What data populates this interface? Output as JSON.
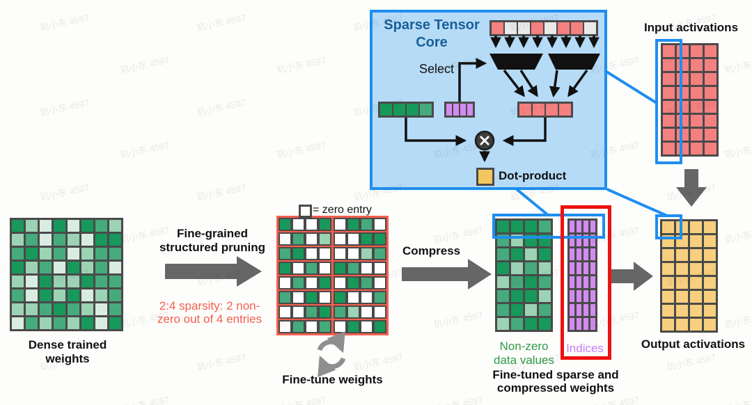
{
  "watermark": {
    "text": "玑小东 4597"
  },
  "palette": {
    "green_dark": "#17995b",
    "green_med": "#46ab7c",
    "green_light": "#9bd3b4",
    "green_pale": "#d9ece2",
    "white_zero": "#ffffff",
    "gray_zero": "#e9e9e9",
    "red_cell": "#f58080",
    "purple_cell": "#d28cf0",
    "yellow_cell": "#f7cf7e",
    "blue_accent": "#1f8ef0",
    "core_fill": "#b5dbf7",
    "title_blue": "#1a5f97",
    "salmon": "#f2604d",
    "red_box": "#ee1111",
    "arrow_gray": "#666666",
    "grid_border": "#4a4a4a",
    "green_label": "#2f9d44",
    "purple_label": "#c77ef2"
  },
  "labels": {
    "dense_line1": "Dense trained",
    "dense_line2": "weights",
    "pruning_line1": "Fine-grained",
    "pruning_line2": "structured pruning",
    "sparsity_line1": "2:4 sparsity: 2 non-",
    "sparsity_line2": "zero out of 4 entries",
    "zero_legend": "= zero entry",
    "finetune": "Fine-tune weights",
    "compress": "Compress",
    "nonzero_line1": "Non-zero",
    "nonzero_line2": "data values",
    "indices": "Indices",
    "compressed_caption_line1": "Fine-tuned sparse and",
    "compressed_caption_line2": "compressed weights",
    "input_activations": "Input activations",
    "output_activations": "Output activations",
    "core_title_line1": "Sparse Tensor",
    "core_title_line2": "Core",
    "select": "Select",
    "dot_product": "Dot-product"
  },
  "grids": {
    "dense": {
      "cells": [
        [
          "d",
          "l",
          "v",
          "d",
          "v",
          "d",
          "m",
          "l"
        ],
        [
          "l",
          "m",
          "v",
          "m",
          "l",
          "v",
          "d",
          "d"
        ],
        [
          "m",
          "d",
          "l",
          "m",
          "v",
          "l",
          "m",
          "m"
        ],
        [
          "d",
          "l",
          "m",
          "v",
          "d",
          "l",
          "m",
          "v"
        ],
        [
          "l",
          "v",
          "d",
          "l",
          "l",
          "d",
          "m",
          "m"
        ],
        [
          "m",
          "v",
          "d",
          "l",
          "d",
          "v",
          "l",
          "m"
        ],
        [
          "l",
          "l",
          "m",
          "d",
          "m",
          "l",
          "v",
          "m"
        ],
        [
          "v",
          "m",
          "l",
          "m",
          "l",
          "d",
          "v",
          "d"
        ]
      ]
    },
    "pruned": {
      "cells": [
        [
          "d",
          "W",
          "W",
          "d",
          "W",
          "d",
          "m",
          "W"
        ],
        [
          "W",
          "m",
          "W",
          "l",
          "W",
          "W",
          "d",
          "d"
        ],
        [
          "m",
          "d",
          "W",
          "W",
          "W",
          "W",
          "l",
          "m"
        ],
        [
          "d",
          "W",
          "m",
          "W",
          "d",
          "m",
          "W",
          "W"
        ],
        [
          "W",
          "m",
          "W",
          "d",
          "W",
          "d",
          "m",
          "W"
        ],
        [
          "m",
          "W",
          "d",
          "W",
          "d",
          "W",
          "W",
          "m"
        ],
        [
          "W",
          "W",
          "m",
          "d",
          "m",
          "l",
          "W",
          "W"
        ],
        [
          "W",
          "m",
          "W",
          "m",
          "W",
          "d",
          "W",
          "d"
        ]
      ]
    },
    "values": {
      "cells": [
        [
          "d",
          "d",
          "d",
          "m"
        ],
        [
          "m",
          "l",
          "d",
          "d"
        ],
        [
          "m",
          "d",
          "l",
          "d"
        ],
        [
          "d",
          "l",
          "m",
          "l"
        ],
        [
          "l",
          "m",
          "d",
          "m"
        ],
        [
          "m",
          "d",
          "d",
          "l"
        ],
        [
          "m",
          "d",
          "l",
          "m"
        ],
        [
          "l",
          "m",
          "d",
          "d"
        ]
      ]
    },
    "indices": {
      "rows": 8,
      "cols": 4,
      "fill": "P"
    },
    "input": {
      "rows": 8,
      "cols": 4,
      "fill": "R"
    },
    "output": {
      "rows": 8,
      "cols": 4,
      "fill": "Y"
    },
    "core_top": {
      "cells": [
        [
          "R",
          "G",
          "G",
          "R",
          "G",
          "R",
          "R",
          "G"
        ]
      ]
    },
    "core_green": {
      "cells": [
        [
          "d",
          "d",
          "d",
          "m"
        ]
      ]
    },
    "core_purple": {
      "rows": 1,
      "cols": 4,
      "fill": "P"
    },
    "core_red": {
      "rows": 1,
      "cols": 4,
      "fill": "R"
    }
  }
}
